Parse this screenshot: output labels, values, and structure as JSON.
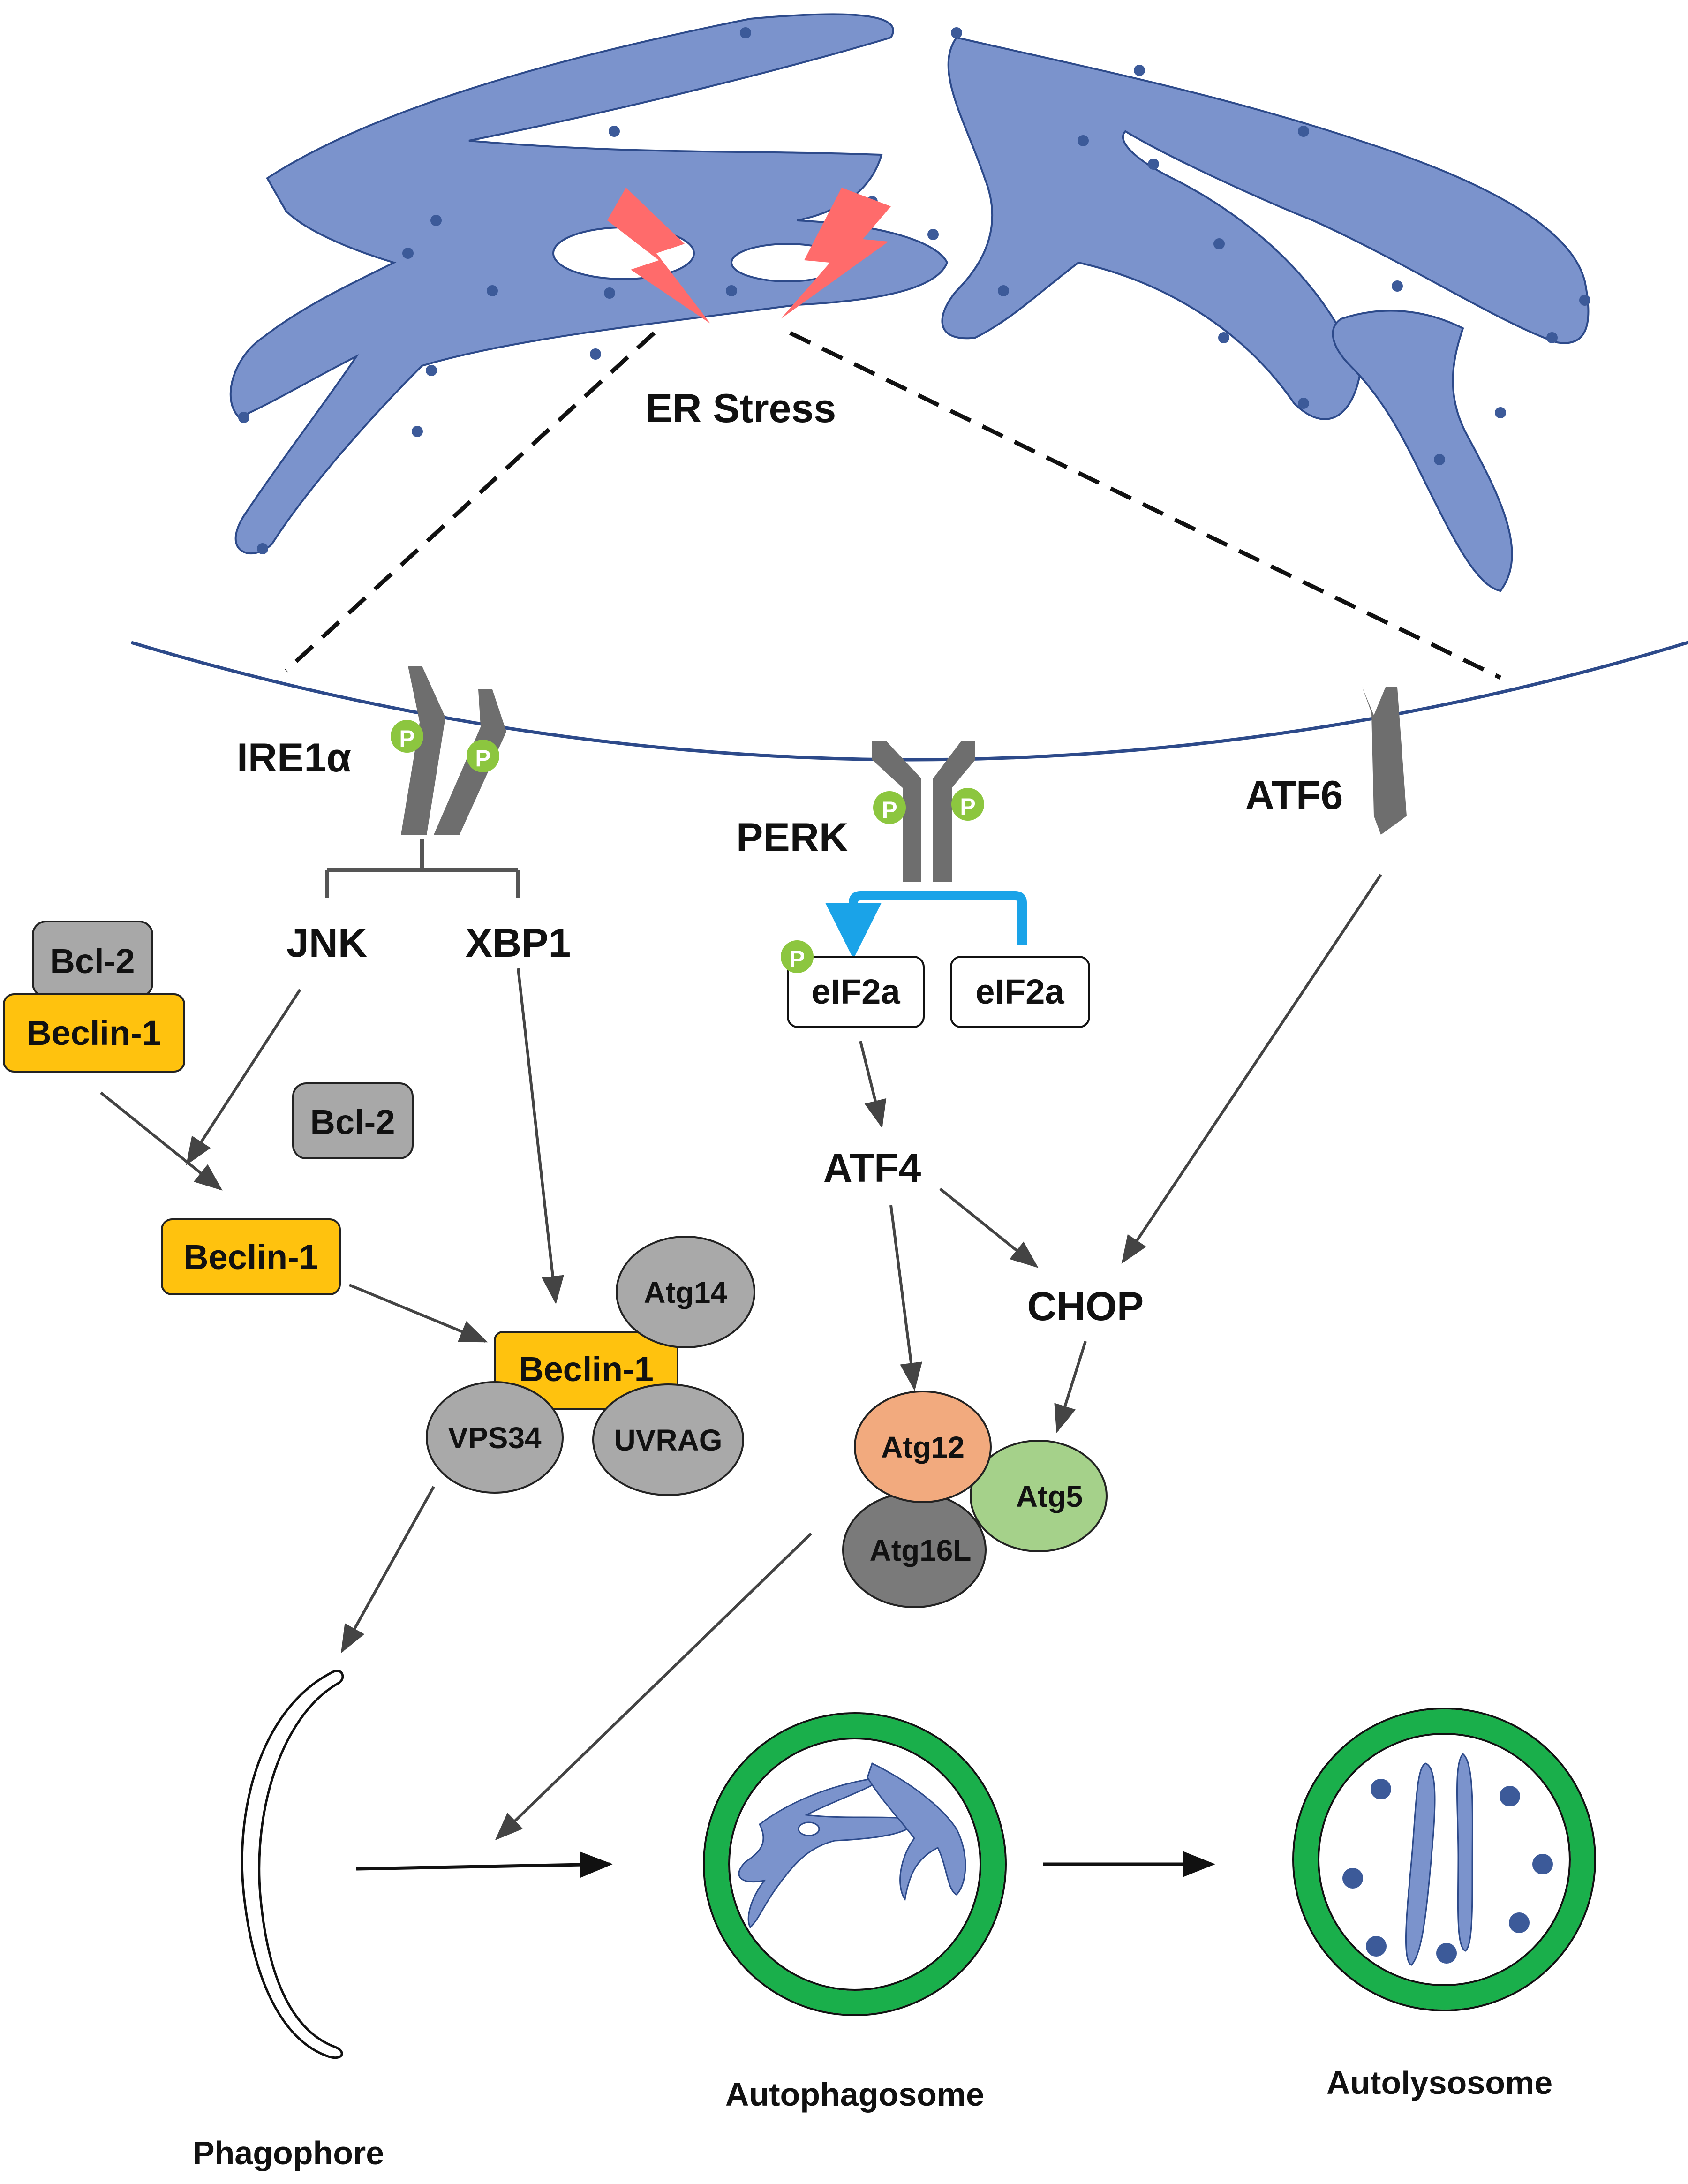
{
  "labels": {
    "er_stress": "ER Stress",
    "ire1a": "IRE1α",
    "perk": "PERK",
    "atf6": "ATF6",
    "jnk": "JNK",
    "xbp1": "XBP1",
    "bcl2_complex": "Bcl-2",
    "beclin1_complex": "Beclin-1",
    "bcl2_free": "Bcl-2",
    "beclin1_free": "Beclin-1",
    "beclin1_core": "Beclin-1",
    "atg14": "Atg14",
    "vps34": "VPS34",
    "uvrag": "UVRAG",
    "eif2a_p": "eIF2a",
    "eif2a": "eIF2a",
    "atf4": "ATF4",
    "chop": "CHOP",
    "atg12": "Atg12",
    "atg16l": "Atg16L",
    "atg5": "Atg5",
    "phagophore": "Phagophore",
    "autophagosome": "Autophagosome",
    "autolysosome": "Autolysosome",
    "phospho": "P"
  },
  "colors": {
    "er": "#7b93cc",
    "er_dot": "#3c5a99",
    "membrane": "#2d4a8a",
    "receptor": "#6e6e6e",
    "phospho": "#8cc63f",
    "lightning": "#ff6b6b",
    "beclin": "#ffc20e",
    "grey_box": "#a8a8a8",
    "grey_oval": "#a9a9a9",
    "atg12": "#f2aa7e",
    "atg16l": "#7a7a7a",
    "atg5": "#a5d18a",
    "vesicle": "#1aaf4b",
    "cyan_arrow": "#1aa3e8"
  }
}
